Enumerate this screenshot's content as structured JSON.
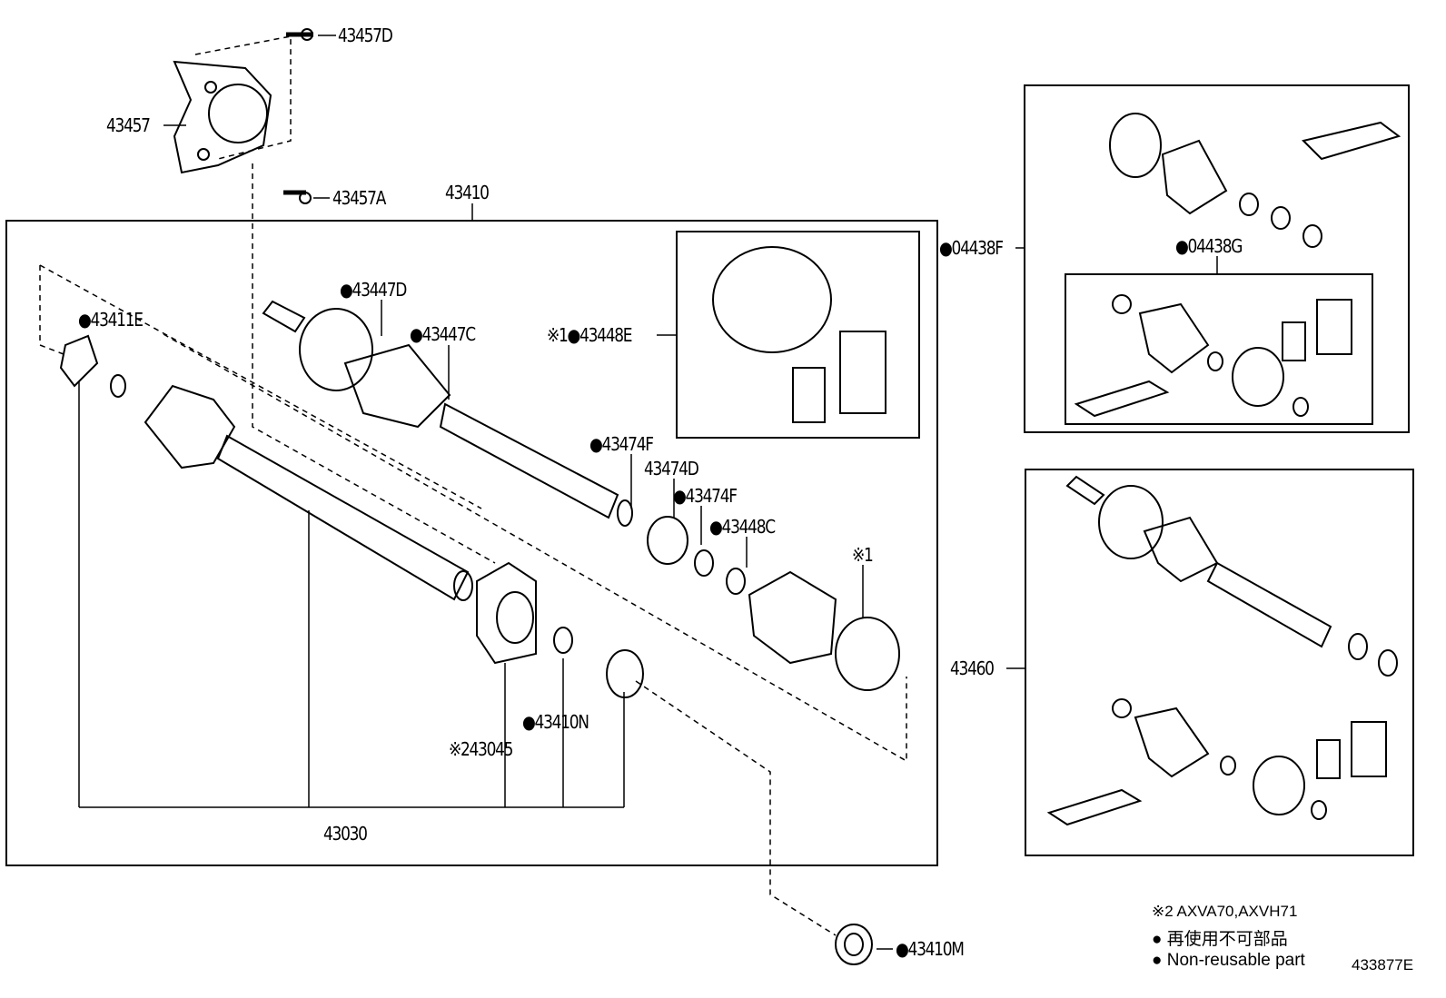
{
  "diagram": {
    "code": "433877E",
    "labels": {
      "p43457D": "43457D",
      "p43457": "43457",
      "p43457A": "43457A",
      "p43410": "43410",
      "p43411E": "●43411E",
      "p43447D": "●43447D",
      "p43447C": "●43447C",
      "p43448E": "※1●43448E",
      "p43474F_a": "●43474F",
      "p43474D": "43474D",
      "p43474F_b": "●43474F",
      "p43448C": "●43448C",
      "ref1": "※1",
      "p43410N": "●43410N",
      "p43045": "※243045",
      "p43030": "43030",
      "p04438F": "●04438F",
      "p04438G": "●04438G",
      "p43460": "43460",
      "p43410M": "●43410M"
    },
    "notes": {
      "models": "※2  AXVA70,AXVH71",
      "nonreusable_jp": "● 再使用不可部品",
      "nonreusable_en": "● Non-reusable part"
    }
  }
}
